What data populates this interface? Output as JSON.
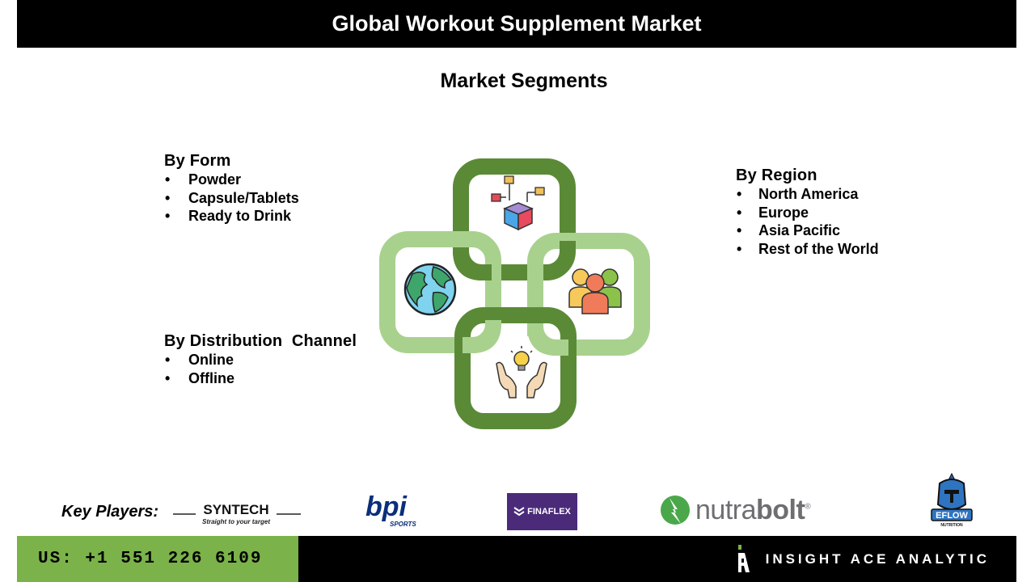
{
  "header": {
    "title": "Global Workout Supplement Market"
  },
  "subtitle": "Market Segments",
  "segments": {
    "form": {
      "title": "By Form",
      "items": [
        "Powder",
        "Capsule/Tablets",
        "Ready to Drink"
      ]
    },
    "region": {
      "title": "By Region",
      "items": [
        "North America",
        "Europe",
        "Asia Pacific",
        "Rest of the World"
      ]
    },
    "distribution": {
      "title": "By Distribution  Channel",
      "items": [
        "Online",
        "Offline"
      ]
    }
  },
  "bullet": "•",
  "colors": {
    "dark_green": "#5b8a37",
    "light_green": "#a9d18e",
    "footer_green": "#7bb24a"
  },
  "icons": [
    "cube-network-icon",
    "globe-icon",
    "people-group-icon",
    "hands-lightbulb-icon"
  ],
  "players": {
    "label": "Key Players:",
    "logos": {
      "syntech": {
        "name": "SYNTECH",
        "tagline": "Straight to your target"
      },
      "bpi": {
        "name": "bpi",
        "sub": "SPORTS"
      },
      "finaflex": {
        "name": "FINAFLEX"
      },
      "nutrabolt": {
        "name_light": "nutra",
        "name_bold": "bolt",
        "mark": "®"
      },
      "eflow": {
        "name": "EFLOW",
        "sub": "NUTRITION"
      }
    }
  },
  "footer": {
    "phone": "US: +1 551 226 6109",
    "brand": "INSIGHT ACE ANALYTIC",
    "brand_mark": "A"
  }
}
